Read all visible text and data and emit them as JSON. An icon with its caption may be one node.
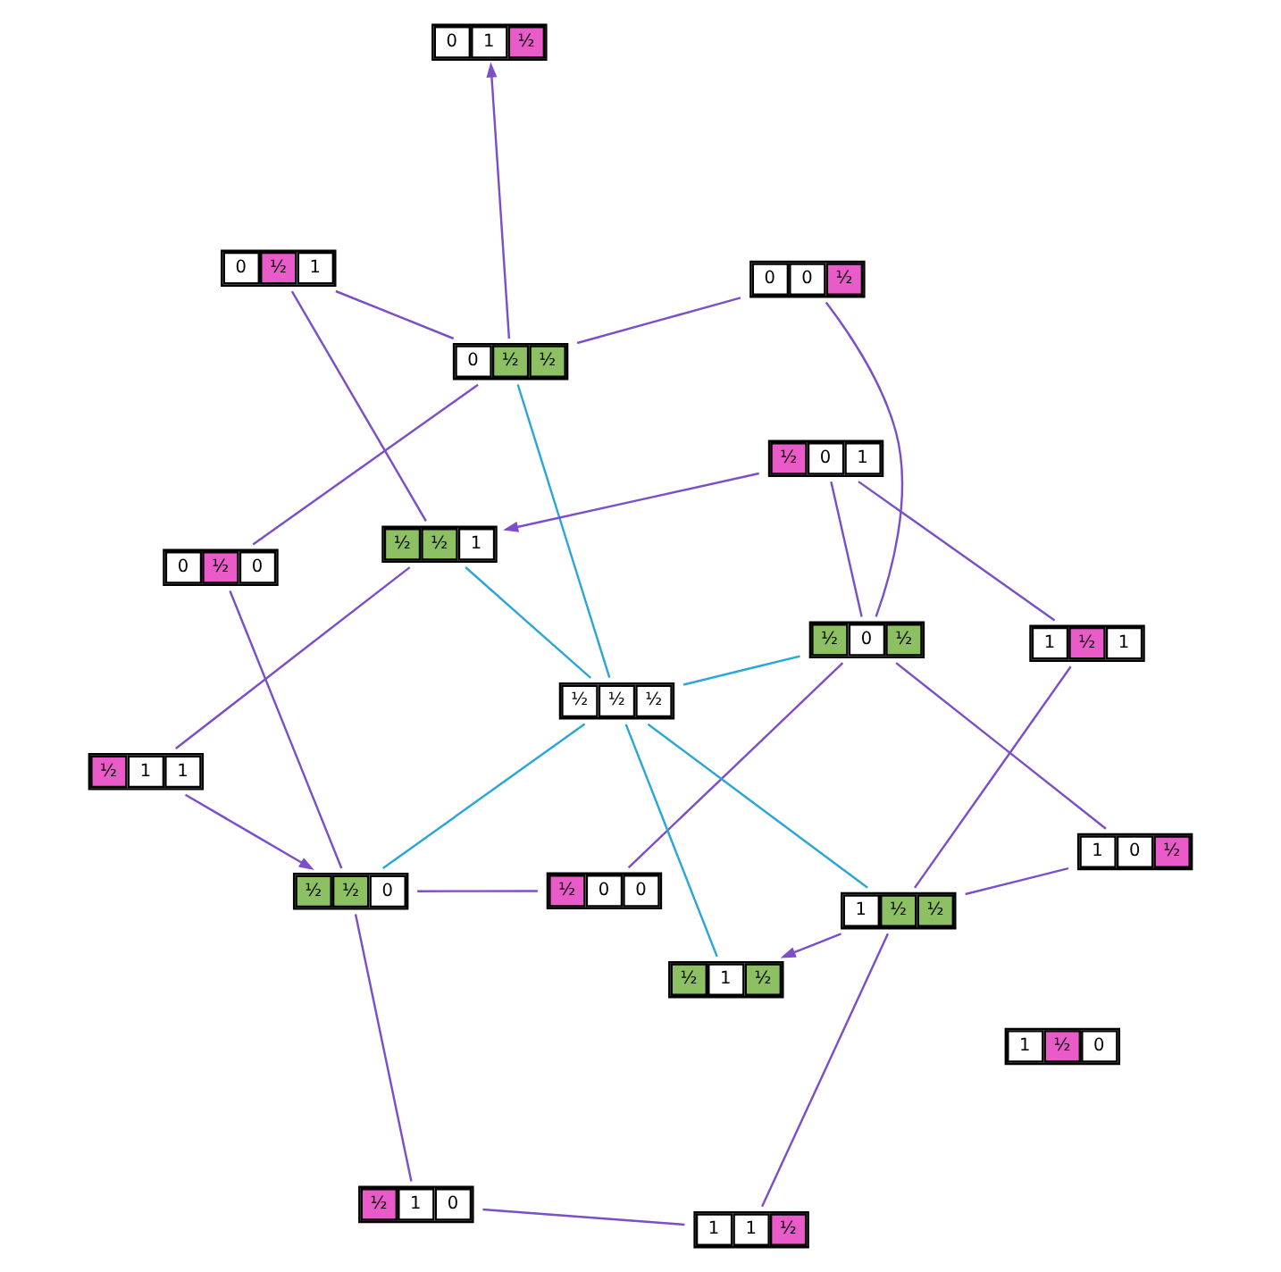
{
  "diagram": {
    "nodes": [
      {
        "text": [
          "½",
          "0",
          "0"
        ]
      },
      {
        "text": [
          "0",
          "1",
          "½"
        ]
      },
      {
        "text": [
          "0",
          "½",
          "0"
        ]
      },
      {
        "text": [
          "0",
          "½",
          "½"
        ]
      },
      {
        "text": [
          "0",
          "0",
          "½"
        ]
      },
      {
        "text": [
          "0",
          "½",
          "1"
        ]
      },
      {
        "text": [
          "½",
          "½",
          "0"
        ]
      },
      {
        "text": [
          "½",
          "0",
          "½"
        ]
      },
      {
        "text": [
          "½",
          "½",
          "½"
        ]
      },
      {
        "text": [
          "½",
          "1",
          "0"
        ]
      },
      {
        "text": [
          "½",
          "0",
          "1"
        ]
      },
      {
        "text": [
          "1",
          "½",
          "0"
        ]
      },
      {
        "text": [
          "½",
          "½",
          "1"
        ]
      },
      {
        "text": [
          "½",
          "1",
          "½"
        ]
      },
      {
        "text": [
          "1",
          "½",
          "1"
        ]
      },
      {
        "text": [
          "1",
          "½",
          "½"
        ]
      },
      {
        "text": [
          "1",
          "1",
          "½"
        ]
      },
      {
        "text": [
          "1",
          "0",
          "½"
        ]
      },
      {
        "text": [
          "½",
          "1",
          "1"
        ]
      }
    ],
    "edges": [
      {
        "from": 8,
        "to": 3,
        "arrow": "none",
        "color": "#2aa6d9"
      },
      {
        "from": 8,
        "to": 6,
        "arrow": "none",
        "color": "#2aa6d9"
      },
      {
        "from": 8,
        "to": 7,
        "arrow": "none",
        "color": "#2aa6d9"
      },
      {
        "from": 8,
        "to": 12,
        "arrow": "none",
        "color": "#2aa6d9"
      },
      {
        "from": 8,
        "to": 13,
        "arrow": "none",
        "color": "#2aa6d9"
      },
      {
        "from": 8,
        "to": 15,
        "arrow": "none",
        "color": "#2aa6d9"
      },
      {
        "from": 0,
        "to": 6,
        "arrow": "none"
      },
      {
        "from": 0,
        "to": 7,
        "arrow": "none"
      },
      {
        "from": 3,
        "to": 1,
        "arrow": "to"
      },
      {
        "from": 2,
        "to": 3,
        "arrow": "none"
      },
      {
        "from": 2,
        "to": 6,
        "arrow": "none"
      },
      {
        "from": 6,
        "to": 9,
        "arrow": "none"
      },
      {
        "from": 9,
        "to": 16,
        "arrow": "none"
      },
      {
        "from": 18,
        "to": 6,
        "arrow": "to"
      },
      {
        "from": 15,
        "to": 13,
        "arrow": "to"
      },
      {
        "from": 3,
        "to": 4,
        "arrow": "none"
      },
      {
        "from": 3,
        "to": 5,
        "arrow": "none"
      },
      {
        "from": 4,
        "to": 7,
        "arrow": "none"
      },
      {
        "from": 7,
        "to": 10,
        "arrow": "none"
      },
      {
        "from": 7,
        "to": 17,
        "arrow": "none"
      },
      {
        "from": 5,
        "to": 12,
        "arrow": "none"
      },
      {
        "from": 10,
        "to": 12,
        "arrow": "to"
      },
      {
        "from": 10,
        "to": 14,
        "arrow": "none"
      },
      {
        "from": 12,
        "to": 18,
        "arrow": "none"
      },
      {
        "from": 14,
        "to": 15,
        "arrow": "none"
      },
      {
        "from": 15,
        "to": 16,
        "arrow": "none"
      },
      {
        "from": 15,
        "to": 17,
        "arrow": "none"
      }
    ]
  }
}
